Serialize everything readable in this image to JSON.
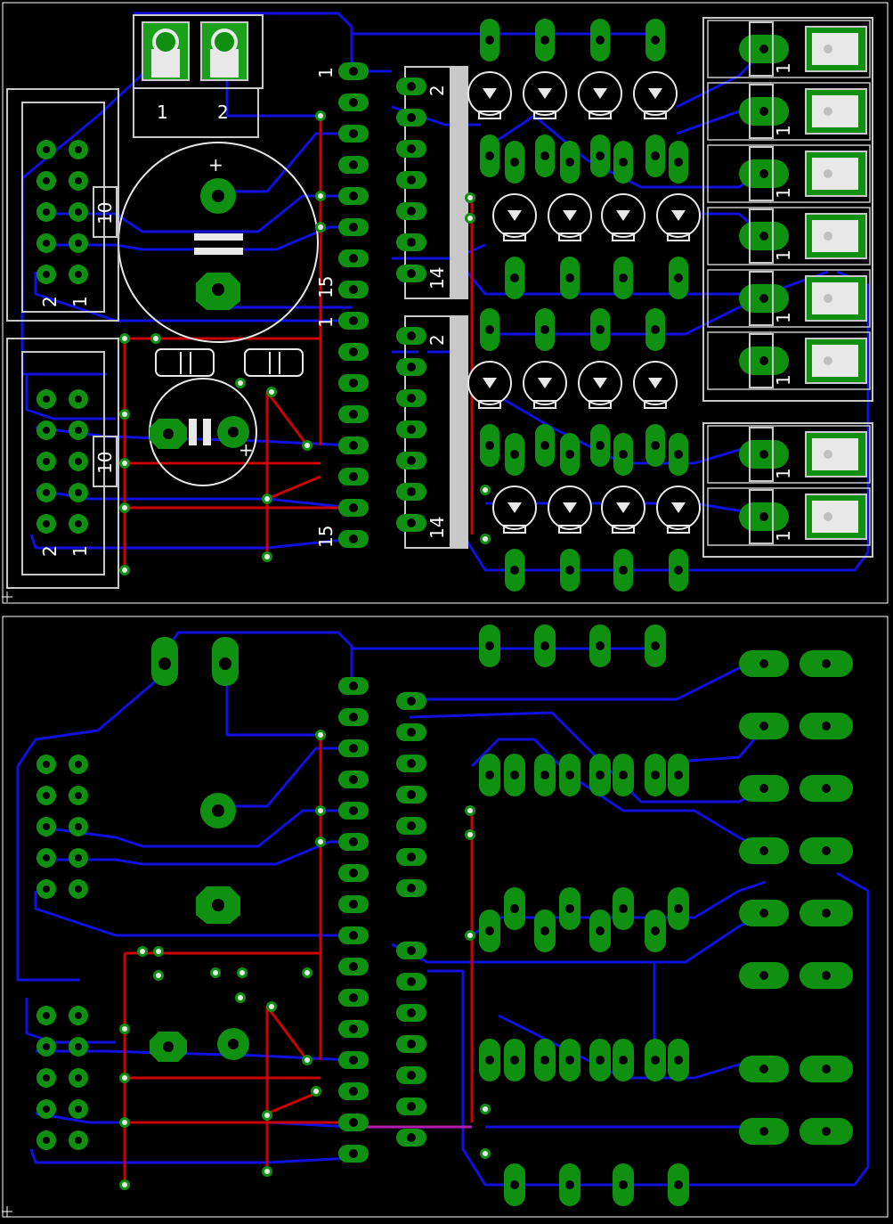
{
  "colors": {
    "background": "#000000",
    "outline": "#ffffff",
    "top_trace": "#cc0000",
    "bottom_trace": "#1010e0",
    "pad": "#109010",
    "pad_hole": "#e8e8e8",
    "via_ring": "#109010",
    "silkscreen": "#c8c8c8",
    "purple": "#b020b0"
  },
  "labels": {
    "pot_pin1": "1",
    "pot_pin2": "2",
    "cap_plus": "+",
    "cap2_plus": "+",
    "hdr1_10": "10",
    "hdr1_2": "2",
    "hdr1_1": "1",
    "hdr2_10": "10",
    "hdr2_2": "2",
    "hdr2_1": "1",
    "ic1_pin1": "1",
    "ic1_pin15": "15",
    "ic1_pin2": "2",
    "ic1_pin14": "14",
    "ic2_pin1": "1",
    "ic2_pin15": "15",
    "ic2_pin2": "2",
    "ic2_pin14": "14",
    "term_1": "1"
  }
}
